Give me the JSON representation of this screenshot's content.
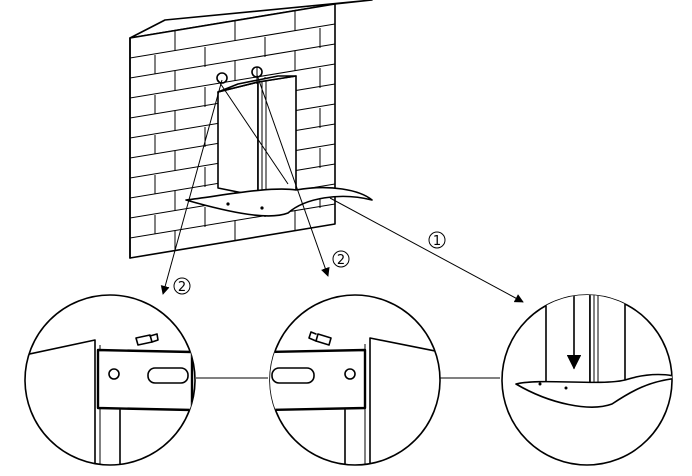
{
  "diagram": {
    "steps": {
      "step_1": "1",
      "step_2_left": "2",
      "step_2_right": "2"
    },
    "icons": {
      "screw": "screw-icon",
      "arrow": "arrow-icon",
      "bracket": "mounting-bracket-icon"
    },
    "colors": {
      "stroke": "#000000",
      "background": "#ffffff"
    }
  }
}
